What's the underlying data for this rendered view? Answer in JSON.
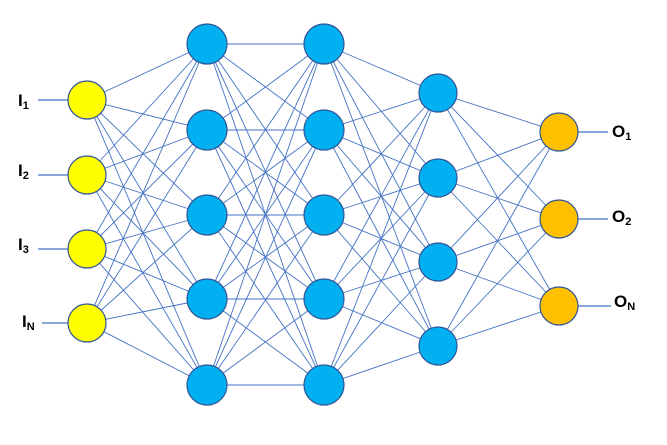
{
  "diagram": {
    "colors": {
      "input_node": "#FFFF00",
      "hidden_node": "#00B0F0",
      "output_node": "#FFC000",
      "node_stroke": "#2F5597",
      "edge": "#4472C4",
      "io_line": "#4472C4",
      "label": "#000000"
    },
    "layers": [
      {
        "name": "input",
        "node_count": 4
      },
      {
        "name": "hidden-1",
        "node_count": 5
      },
      {
        "name": "hidden-2",
        "node_count": 5
      },
      {
        "name": "hidden-3",
        "node_count": 4
      },
      {
        "name": "output",
        "node_count": 3
      }
    ],
    "input_labels": [
      {
        "main": "I",
        "sub": "1"
      },
      {
        "main": "I",
        "sub": "2"
      },
      {
        "main": "I",
        "sub": "3"
      },
      {
        "main": "I",
        "sub": "N"
      }
    ],
    "output_labels": [
      {
        "main": "O",
        "sub": "1"
      },
      {
        "main": "O",
        "sub": "2"
      },
      {
        "main": "O",
        "sub": "N"
      }
    ]
  }
}
